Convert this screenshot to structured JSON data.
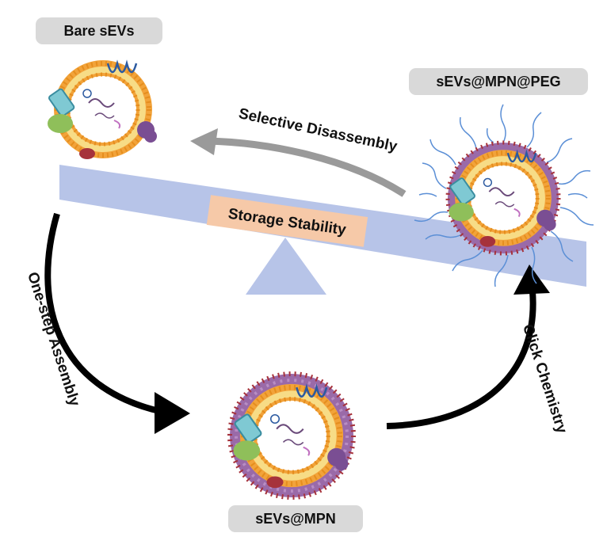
{
  "labels": {
    "bare": "Bare sEVs",
    "peg": "sEVs@MPN@PEG",
    "mpn": "sEVs@MPN",
    "storage": "Storage Stability",
    "selective": "Selective Disassembly",
    "one_step": "One-step Assembly",
    "click": "Click Chemistry"
  },
  "colors": {
    "pill_bg": "#d9d9d9",
    "beam": "#b7c4e8",
    "storage_box": "#f6c9a8",
    "membrane_outer": "#f2a33a",
    "lipid_tail": "#f7dc86",
    "mpn_coat": "#9a6aa8",
    "peg_chain": "#5b8fd6",
    "arrow_black": "#000000",
    "arrow_grey": "#9a9a9a"
  },
  "icons": [
    "vesicle-icon",
    "protein-icon",
    "rna-icon",
    "dna-icon"
  ]
}
